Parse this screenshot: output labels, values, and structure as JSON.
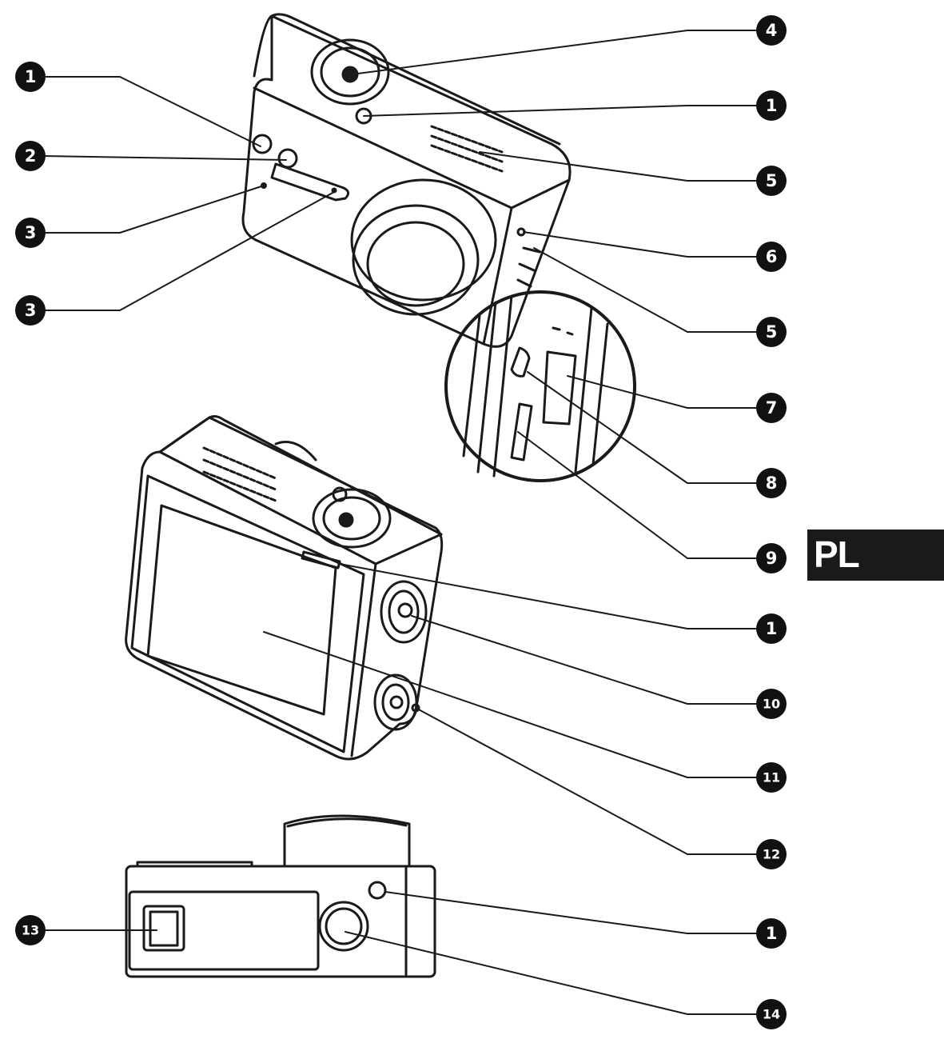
{
  "language_tab": "PL",
  "callouts": [
    "1",
    "2",
    "3",
    "3",
    "4",
    "1",
    "5",
    "6",
    "5",
    "7",
    "8",
    "9",
    "1",
    "10",
    "11",
    "12",
    "1",
    "13",
    "14"
  ],
  "colors": {
    "line": "#1a1a1a",
    "badge": "#111111",
    "tab": "#1a1a1a"
  }
}
